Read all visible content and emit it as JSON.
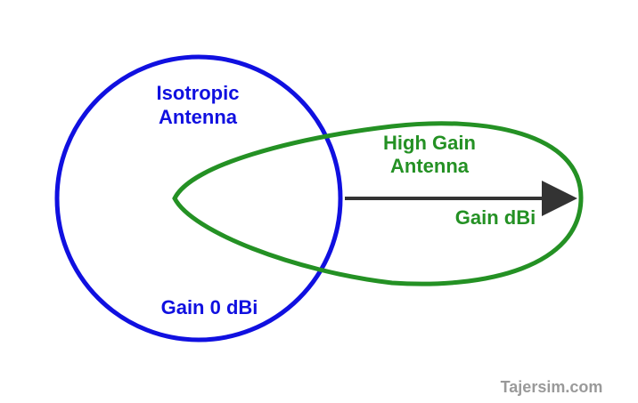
{
  "colors": {
    "isotropic": "#1010e0",
    "high_gain": "#249124",
    "arrow": "#333333",
    "watermark": "#9a9a9a",
    "background": "#ffffff"
  },
  "labels": {
    "isotropic_line1": "Isotropic",
    "isotropic_line2": "Antenna",
    "isotropic_gain": "Gain 0 dBi",
    "high_gain_line1": "High Gain",
    "high_gain_line2": "Antenna",
    "high_gain_gain": "Gain dBi"
  },
  "watermark": "Tajersim.com"
}
